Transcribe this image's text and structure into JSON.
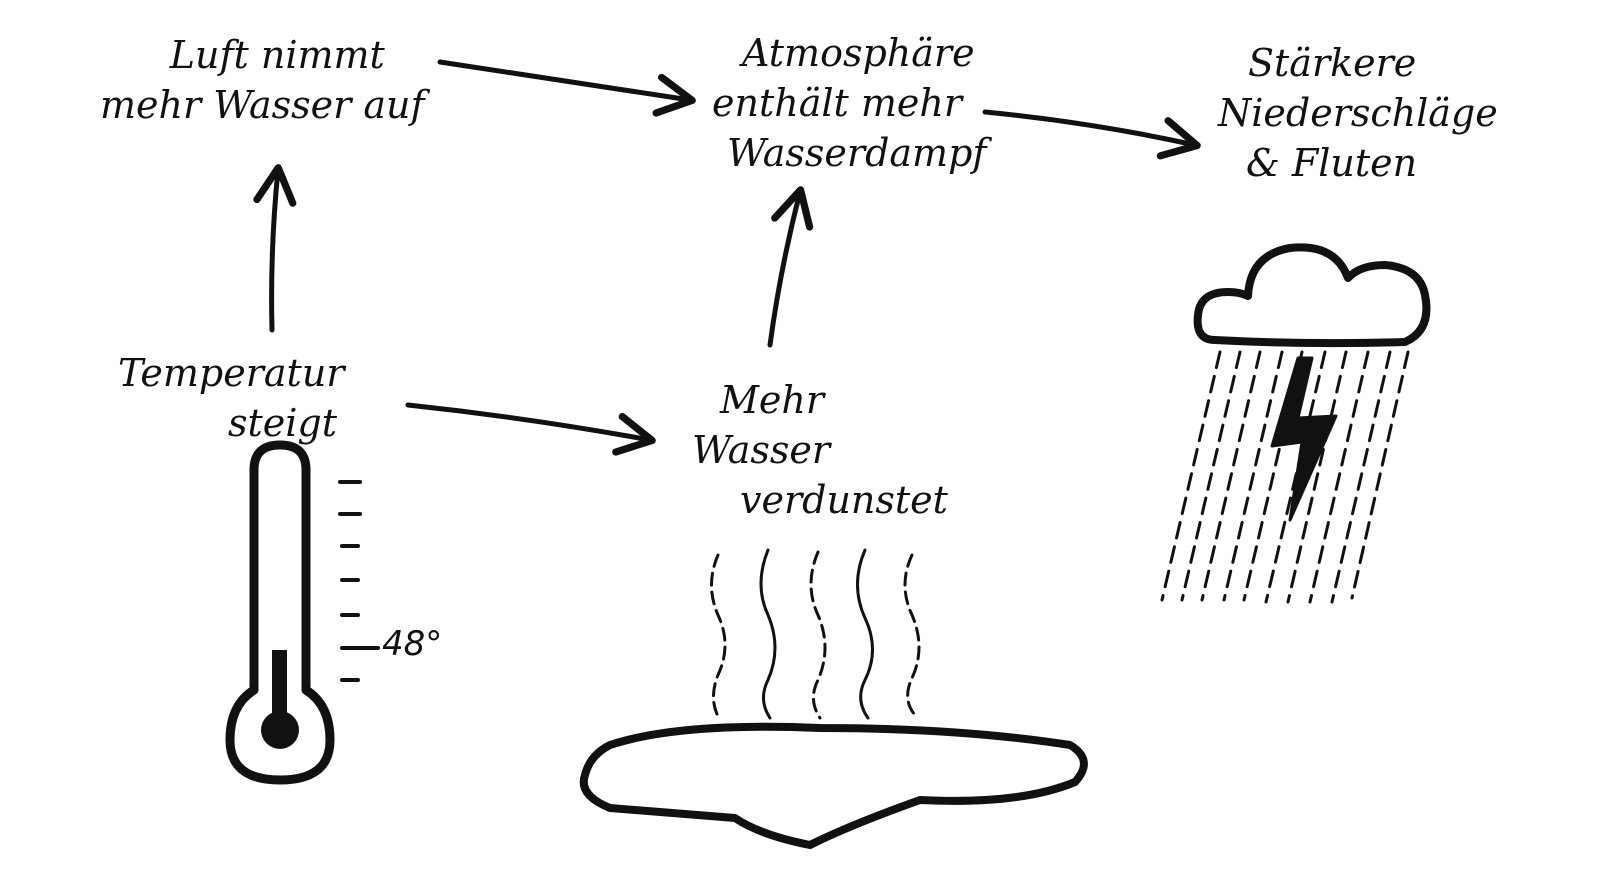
{
  "nodes": {
    "air": {
      "lines": [
        "Luft nimmt",
        "mehr Wasser auf"
      ]
    },
    "atmosphere": {
      "lines": [
        "Atmosphäre",
        "enthält mehr",
        "Wasserdampf"
      ]
    },
    "precipitation": {
      "lines": [
        "Stärkere",
        "Niederschläge",
        "& Fluten"
      ]
    },
    "temperature": {
      "lines": [
        "Temperatur",
        "steigt"
      ]
    },
    "evaporation": {
      "lines": [
        "Mehr",
        "Wasser",
        "verdunstet"
      ]
    }
  },
  "thermometer": {
    "reading": "48°"
  },
  "icons": [
    "thermometer-icon",
    "puddle-icon",
    "steam-icon",
    "storm-cloud-icon",
    "lightning-icon",
    "rain-icon"
  ],
  "colors": {
    "ink": "#111111",
    "background": "#ffffff"
  }
}
